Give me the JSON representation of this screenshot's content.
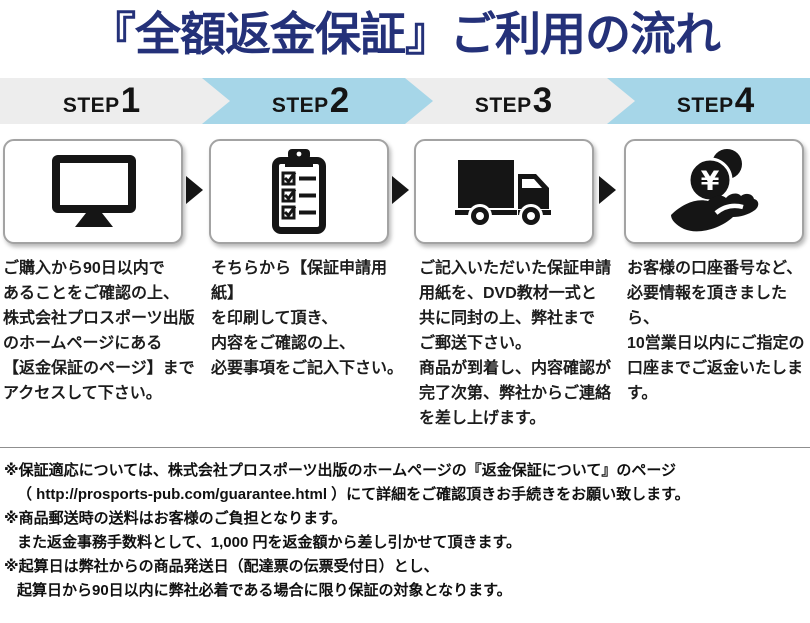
{
  "title": "『全額返金保証』ご利用の流れ",
  "colors": {
    "title_navy": "#243179",
    "banner_blue": "#a6d6e8",
    "banner_gray": "#ededed",
    "ink": "#151515"
  },
  "steps": [
    {
      "step_label": "STEP",
      "step_number": "1",
      "icon": "monitor-icon",
      "description": "ご購入から90日以内で\nあることをご確認の上、\n株式会社プロスポーツ出版\nのホームページにある\n【返金保証のページ】まで\nアクセスして下さい。"
    },
    {
      "step_label": "STEP",
      "step_number": "2",
      "icon": "clipboard-icon",
      "description": "そちらから【保証申請用紙】\nを印刷して頂き、\n内容をご確認の上、\n必要事項をご記入下さい。"
    },
    {
      "step_label": "STEP",
      "step_number": "3",
      "icon": "truck-icon",
      "description": "ご記入いただいた保証申請\n用紙を、DVD教材一式と\n共に同封の上、弊社まで\nご郵送下さい。\n商品が到着し、内容確認が\n完了次第、弊社からご連絡\nを差し上げます。"
    },
    {
      "step_label": "STEP",
      "step_number": "4",
      "icon": "hand-coin-icon",
      "description": "お客様の口座番号など、\n必要情報を頂きましたら、\n10営業日以内にご指定の\n口座までご返金いたします。"
    }
  ],
  "notes": [
    "※保証適応については、株式会社プロスポーツ出版のホームページの『返金保証について』のページ",
    "（ http://prosports-pub.com/guarantee.html ）にて詳細をご確認頂きお手続きをお願い致します。",
    "※商品郵送時の送料はお客様のご負担となります。",
    "また返金事務手数料として、1,000 円を返金額から差し引かせて頂きます。",
    "※起算日は弊社からの商品発送日（配達票の伝票受付日）とし、",
    "起算日から90日以内に弊社必着である場合に限り保証の対象となります。"
  ]
}
